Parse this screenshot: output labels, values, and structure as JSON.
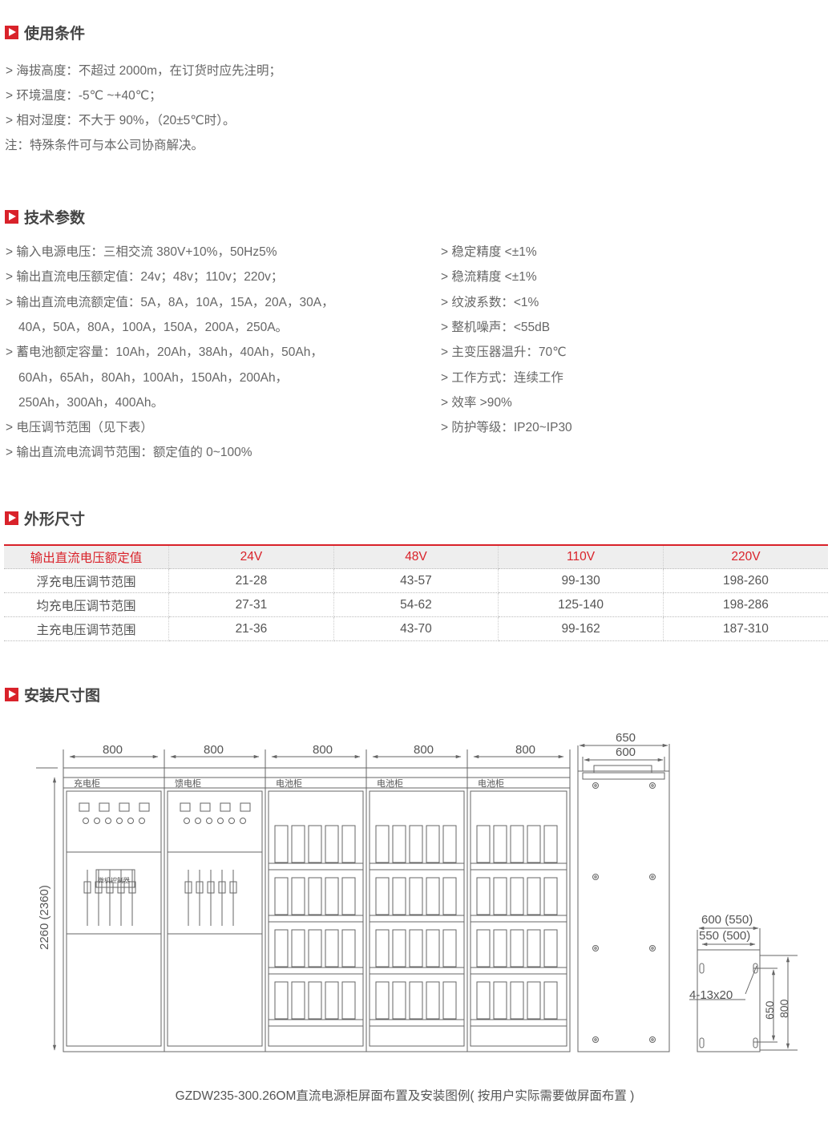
{
  "sections": {
    "conditions": {
      "title": "使用条件",
      "lines": [
        "> 海拔高度：不超过 2000m，在订货时应先注明；",
        "> 环境温度：-5℃ ~+40℃；",
        "> 相对湿度：不大于 90%，（20±5℃时）。",
        "注：特殊条件可与本公司协商解决。"
      ]
    },
    "tech": {
      "title": "技术参数",
      "left": [
        "> 输入电源电压：三相交流 380V+10%，50Hz5%",
        "> 输出直流电压额定值：24v；48v；110v；220v；",
        "> 输出直流电流额定值：5A，8A，10A，15A，20A，30A，",
        "40A，50A，80A，100A，150A，200A，250A。",
        ">  蓄电池额定容量：10Ah，20Ah，38Ah，40Ah，50Ah，",
        "60Ah，65Ah，80Ah，100Ah，150Ah，200Ah，",
        "250Ah，300Ah，400Ah。",
        "> 电压调节范围（见下表）",
        "> 输出直流电流调节范围：额定值的 0~100%"
      ],
      "right": [
        "> 稳定精度 <±1%",
        "> 稳流精度 <±1%",
        "> 纹波系数：<1%",
        "> 整机噪声：<55dB",
        "> 主变压器温升：70℃",
        "> 工作方式：连续工作",
        "> 效率 >90%",
        "> 防护等级：IP20~IP30"
      ]
    },
    "dims": {
      "title": "外形尺寸",
      "table": {
        "header": [
          "输出直流电压额定值",
          "24V",
          "48V",
          "110V",
          "220V"
        ],
        "rows": [
          [
            "浮充电压调节范围",
            "21-28",
            "43-57",
            "99-130",
            "198-260"
          ],
          [
            "均充电压调节范围",
            "27-31",
            "54-62",
            "125-140",
            "198-286"
          ],
          [
            "主充电压调节范围",
            "21-36",
            "43-70",
            "99-162",
            "187-310"
          ]
        ]
      }
    },
    "install": {
      "title": "安装尺寸图",
      "widths": [
        "800",
        "800",
        "800",
        "800",
        "800"
      ],
      "cabinets": [
        "充电柜",
        "馈电柜",
        "电池柜",
        "电池柜",
        "电池柜"
      ],
      "height_label": "2260 (2360)",
      "side_outer": "650",
      "side_inner": "600",
      "controller": "微机控制器",
      "base_outer": "600 (550)",
      "base_inner": "550 (500)",
      "hole": "4-13x20",
      "base_d1": "650",
      "base_d2": "800",
      "caption": "GZDW235-300.26OM直流电源柜屏面布置及安装图例( 按用户实际需要做屏面布置 )"
    }
  },
  "colors": {
    "accent": "#d9222a"
  }
}
